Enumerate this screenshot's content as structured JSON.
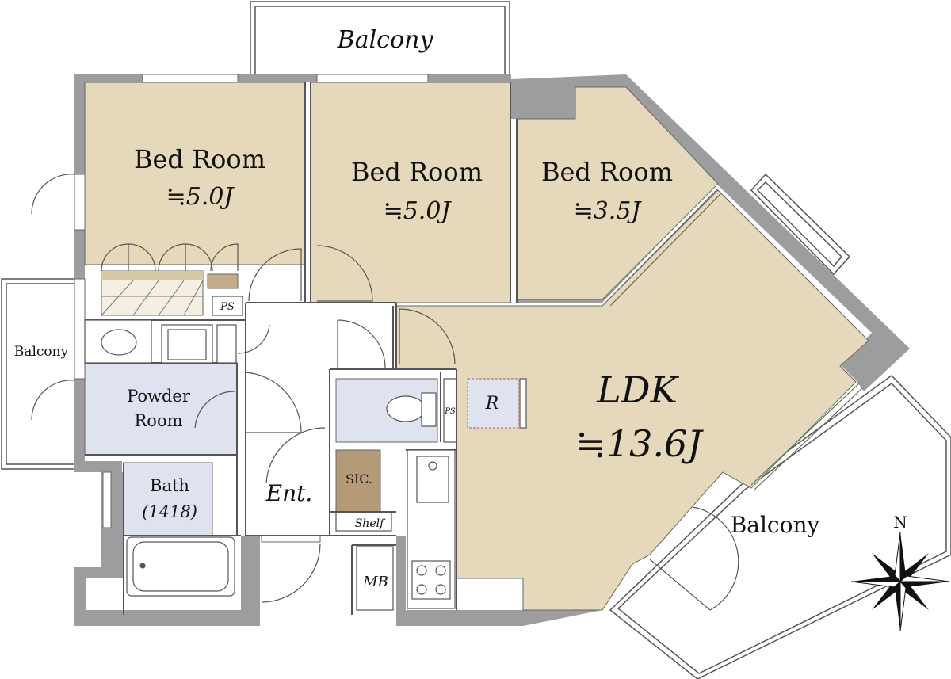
{
  "colors": {
    "wall": "#9d9d9f",
    "room_tan": "#e6d8bb",
    "wet_blue": "#dfe2ef",
    "closet_brown": "#b59a78",
    "line": "#444444"
  },
  "rooms": {
    "bed1": {
      "name": "Bed Room",
      "size": "≒5.0J"
    },
    "bed2": {
      "name": "Bed Room",
      "size": "≒5.0J"
    },
    "bed3": {
      "name": "Bed Room",
      "size": "≒3.5J"
    },
    "ldk": {
      "name": "LDK",
      "size": "≒13.6J"
    },
    "powder": {
      "line1": "Powder",
      "line2": "Room"
    },
    "bath": {
      "line1": "Bath",
      "line2": "(1418)"
    },
    "entrance": "Ent.",
    "sic": "SIC.",
    "shelf": "Shelf",
    "mb": "MB",
    "ps1": "PS",
    "ps2": "PS",
    "fridge": "R"
  },
  "balconies": {
    "top": "Balcony",
    "left": "Balcony",
    "bottom_right": "Balcony"
  },
  "compass": {
    "label": "N",
    "icon": "compass-rose-icon"
  }
}
